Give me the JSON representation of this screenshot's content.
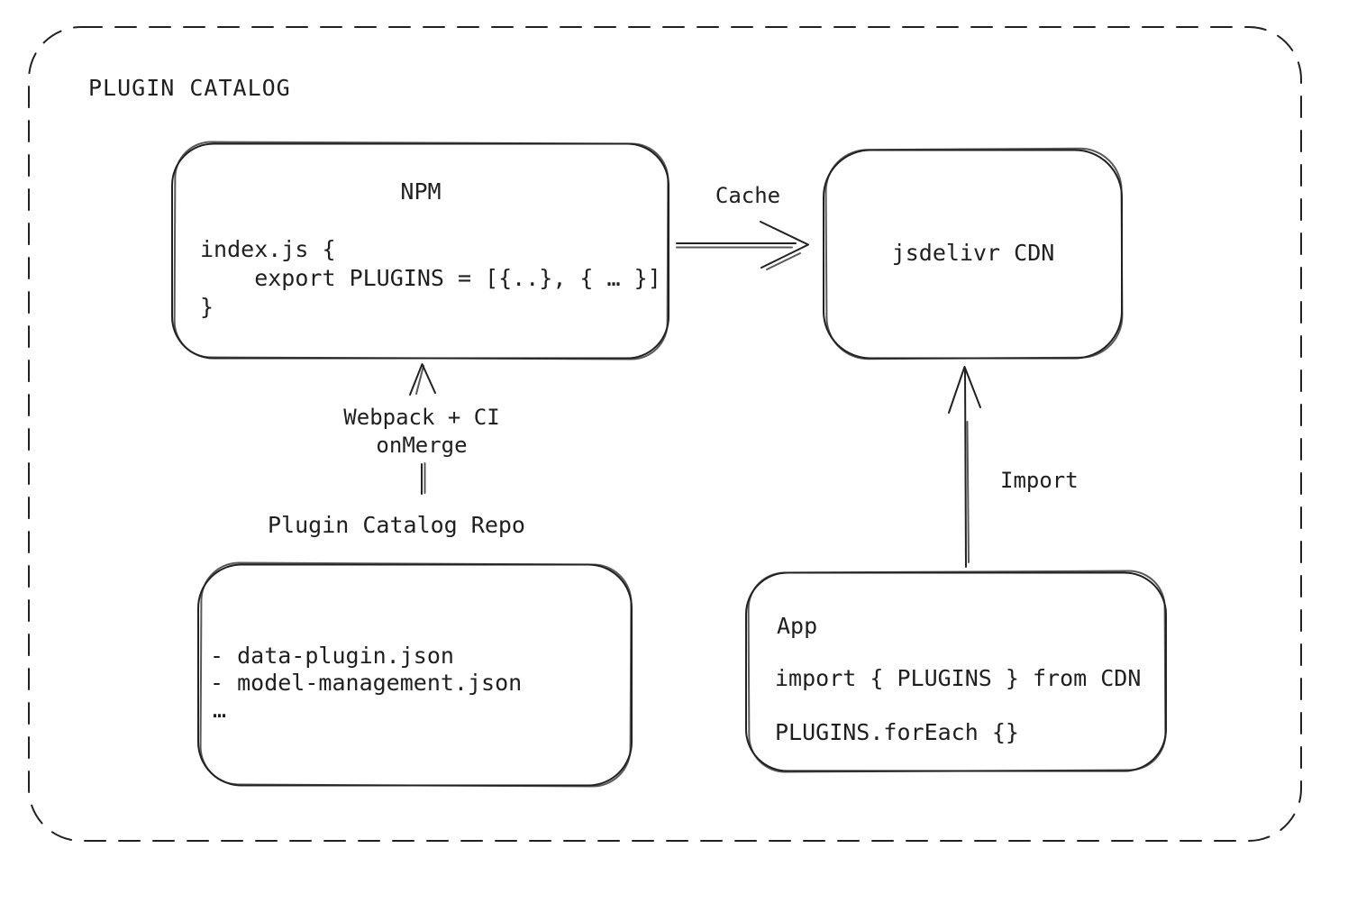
{
  "frame": {
    "title": "PLUGIN CATALOG"
  },
  "nodes": {
    "npm": {
      "title": "NPM",
      "code": [
        "index.js {",
        "    export PLUGINS = [{..}, { … }]",
        "}"
      ]
    },
    "cdn": {
      "title": "jsdelivr CDN"
    },
    "repo": {
      "title": "Plugin Catalog Repo",
      "files": [
        "- data-plugin.json",
        "- model-management.json",
        "…"
      ]
    },
    "app": {
      "title": "App",
      "code": [
        "import { PLUGINS } from CDN",
        "PLUGINS.forEach {}"
      ]
    }
  },
  "edges": {
    "cache": {
      "label": "Cache",
      "from": "NPM",
      "to": "jsdelivr CDN"
    },
    "build": {
      "label": [
        "Webpack + CI",
        "onMerge"
      ],
      "from": "Plugin Catalog Repo",
      "to": "NPM"
    },
    "import": {
      "label": "Import",
      "from": "App",
      "to": "jsdelivr CDN"
    }
  },
  "colors": {
    "stroke": "#212121",
    "text": "#1f1f1f",
    "background": "#ffffff"
  }
}
